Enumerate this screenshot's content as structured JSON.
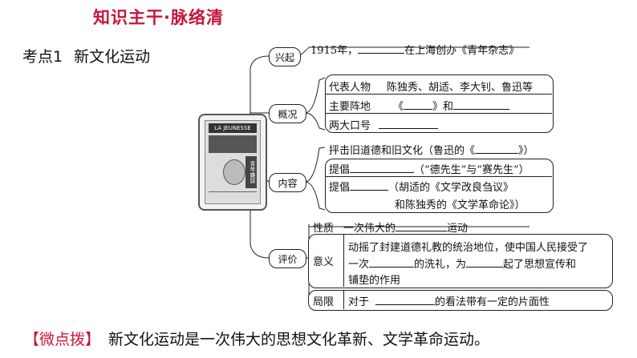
{
  "header": {
    "title": "知识主干·脉络清"
  },
  "topic": {
    "num": "考点1",
    "name": "新文化运动"
  },
  "cover": {
    "banner": "LA JEUNESSE",
    "side": "青年雜誌"
  },
  "nodes": {
    "rise": "兴起",
    "overview": "概况",
    "content": "内容",
    "evaluation": "评价"
  },
  "rise": {
    "prefix": "1915年，",
    "suffix": "在上海创办《青年杂志》"
  },
  "overview": {
    "people_label": "代表人物",
    "people": "陈独秀、胡适、李大钊、鲁迅等",
    "base_label": "主要阵地",
    "base_open": "《",
    "base_close": "》和",
    "slogan_label": "两大口号"
  },
  "content": {
    "attack": "抨击旧道德和旧文化（鲁迅的《",
    "attack_end": "》）",
    "promote1_label": "提倡",
    "promote1_mid": "（“德先生”与“赛先生”）",
    "promote2_label": "提倡",
    "promote2_mid": "（胡适的《文学改良刍议》",
    "promote2_line2": "和陈独秀的《文学革命论》）"
  },
  "evaluation": {
    "nature_label": "性质",
    "nature_pre": "一次伟大的",
    "nature_post": "运动",
    "meaning_label": "意义",
    "meaning_line1": "动摇了封建道德礼教的统治地位，使中国人民接受了",
    "meaning_line2_a": "一次",
    "meaning_line2_b": "的洗礼，为",
    "meaning_line2_c": "起了思想宣传和",
    "meaning_line3": "铺垫的作用",
    "limit_label": "局限",
    "limit_pre": "对于",
    "limit_post": "的看法带有一定的片面性"
  },
  "tip": {
    "tag": "【微点拨】",
    "text": "新文化运动是一次伟大的思想文化革新、文学革命运动。"
  }
}
